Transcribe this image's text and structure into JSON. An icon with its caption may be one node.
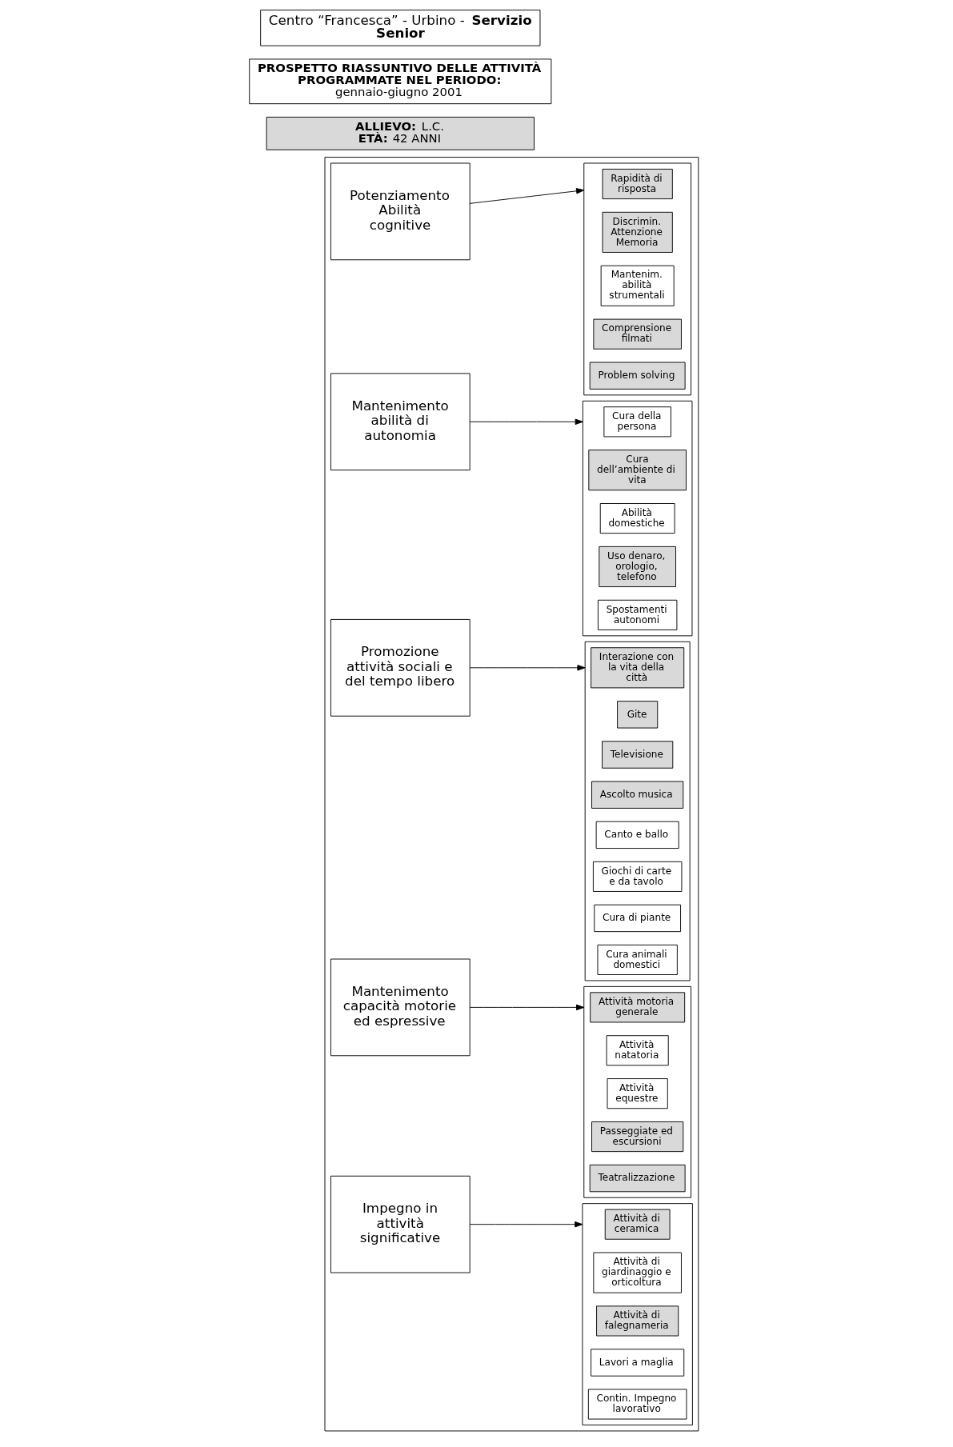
{
  "diagram": {
    "nodes": [
      {
        "text": [
          "Centro “Francesca” - Urbino - **Servizio Senior**"
        ]
      },
      {
        "text": [
          "PROSPETTO RIASSUNTIVO DELLE ATTIVITÀ PROGRAMMATE NEL PERIODO:",
          "gennaio-giugno 2001"
        ]
      },
      {
        "text": [
          "**ALLIEVO:** L.C.",
          "**ETÀ:** 42 ANNI"
        ]
      },
      {
        "text": [],
        "shape": "box"
      },
      {
        "text": [
          "Potenziamento Abilità cognitive"
        ],
        "in": 3
      },
      {
        "text": [],
        "shape": "box",
        "in": 3
      },
      {
        "text": [
          "Rapidità di risposta"
        ],
        "in": 5
      },
      {
        "text": [
          "Discrimin. Attenzione Memoria"
        ],
        "in": 5
      },
      {
        "text": [
          "Mantenim. abilità strumentali"
        ],
        "in": 5
      },
      {
        "text": [
          "Comprensione filmati"
        ],
        "in": 5
      },
      {
        "text": [
          "Problem solving"
        ],
        "in": 5
      },
      {
        "text": [
          "Mantenimento abilità di autonomia"
        ],
        "in": 3
      },
      {
        "text": [],
        "shape": "box",
        "in": 3
      },
      {
        "text": [
          "Cura della persona"
        ],
        "in": 12
      },
      {
        "text": [
          "Cura dell’ambiente di vita"
        ],
        "in": 12
      },
      {
        "text": [
          "Abilità domestiche"
        ],
        "in": 12
      },
      {
        "text": [
          "Uso denaro, orologio, telefono"
        ],
        "in": 12
      },
      {
        "text": [
          "Spostamenti autonomi"
        ],
        "in": 12
      },
      {
        "text": [
          "Promozione attività sociali e del tempo libero"
        ],
        "in": 3
      },
      {
        "text": [],
        "shape": "box",
        "in": 3
      },
      {
        "text": [
          "Interazione con la vita della città"
        ],
        "in": 19
      },
      {
        "text": [
          "Gite"
        ],
        "in": 19
      },
      {
        "text": [
          "Televisione"
        ],
        "in": 19
      },
      {
        "text": [
          "Ascolto musica"
        ],
        "in": 19
      },
      {
        "text": [
          "Canto e ballo"
        ],
        "in": 19
      },
      {
        "text": [
          "Giochi di carte e da tavolo"
        ],
        "in": 19
      },
      {
        "text": [
          "Cura di piante"
        ],
        "in": 19
      },
      {
        "text": [
          "Cura animali domestici"
        ],
        "in": 19
      },
      {
        "text": [
          "Mantenimento capacità motorie ed espressive"
        ],
        "in": 3
      },
      {
        "text": [],
        "shape": "box",
        "in": 3
      },
      {
        "text": [
          "Attività motoria generale"
        ],
        "in": 29
      },
      {
        "text": [
          "Attività natatoria"
        ],
        "in": 29
      },
      {
        "text": [
          "Attività equestre"
        ],
        "in": 29
      },
      {
        "text": [
          "Passeggiate ed escursioni"
        ],
        "in": 29
      },
      {
        "text": [
          "Teatralizzazione"
        ],
        "in": 29
      },
      {
        "text": [
          "Impegno in attività significative"
        ],
        "in": 3
      },
      {
        "text": [],
        "shape": "box",
        "in": 3
      },
      {
        "text": [
          "Attività di ceramica"
        ],
        "in": 36
      },
      {
        "text": [
          "Attività di giardinaggio e orticoltura"
        ],
        "in": 36
      },
      {
        "text": [
          "Attività di falegnameria"
        ],
        "in": 36
      },
      {
        "text": [
          "Lavori a maglia"
        ],
        "in": 36
      },
      {
        "text": [
          "Contin. Impegno lavorativo"
        ],
        "in": 36
      }
    ],
    "edges": [
      {
        "from": 4,
        "to": 5,
        "arrow": "to"
      },
      {
        "from": 11,
        "to": 12,
        "arrow": "to"
      },
      {
        "from": 18,
        "to": 19,
        "arrow": "to"
      },
      {
        "from": 28,
        "to": 29,
        "arrow": "to"
      },
      {
        "from": 35,
        "to": 36,
        "arrow": "to"
      }
    ]
  }
}
